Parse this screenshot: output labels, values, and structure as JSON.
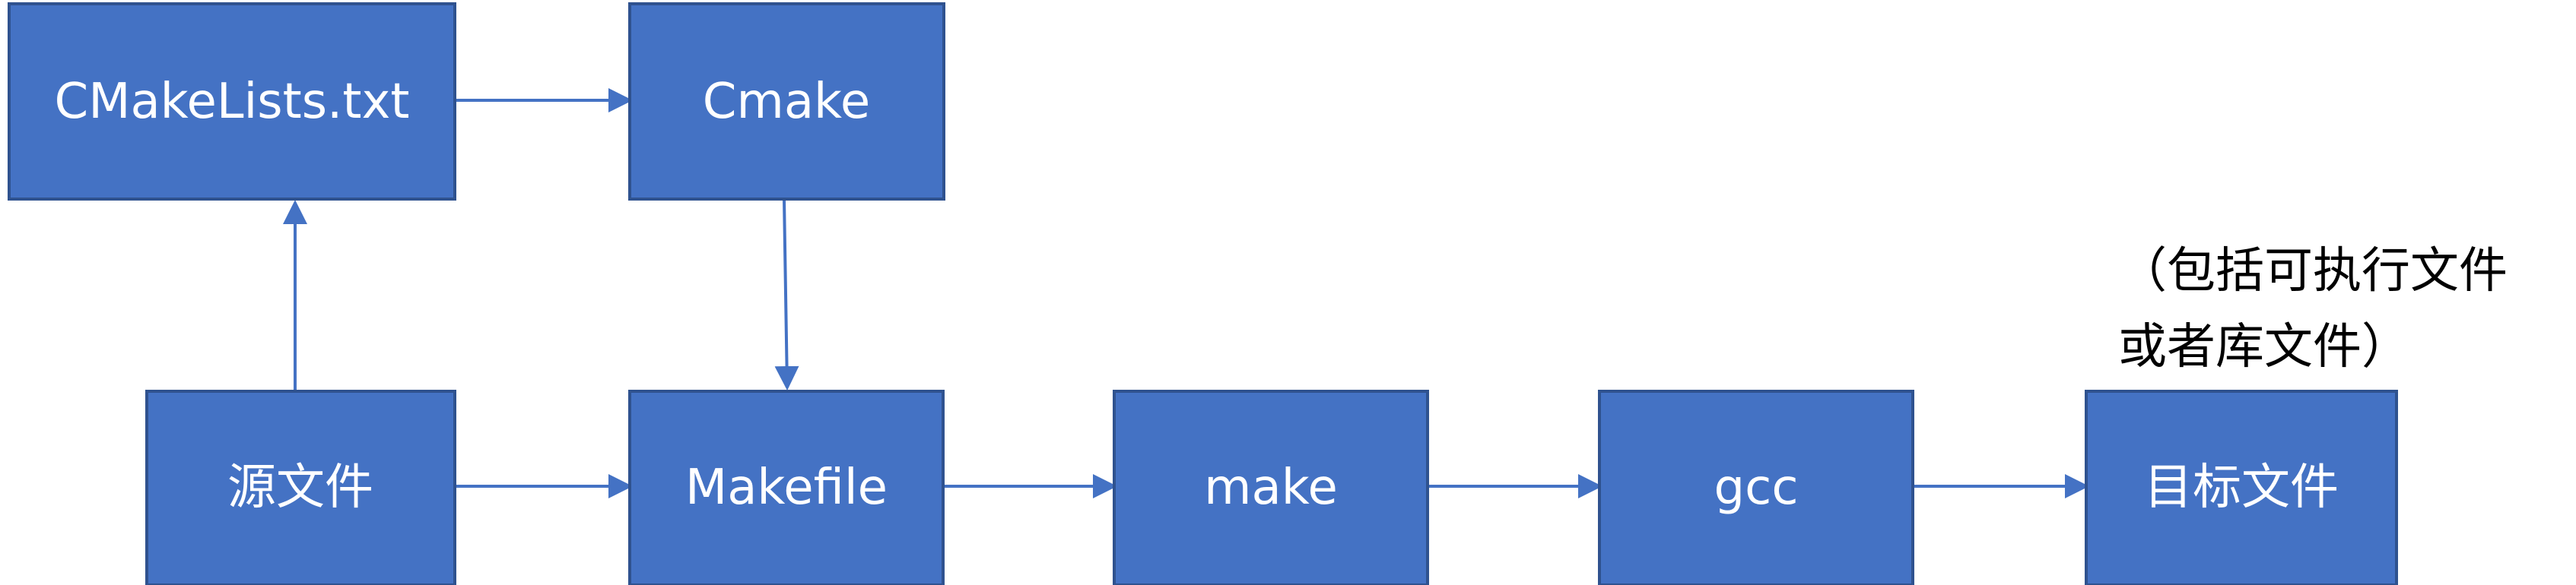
{
  "diagram": {
    "nodes": {
      "cmakelists": "CMakeLists.txt",
      "cmake": "Cmake",
      "source": "源文件",
      "makefile": "Makefile",
      "make": "make",
      "gcc": "gcc",
      "target": "目标文件"
    },
    "note": {
      "line1": "（包括可执行文件",
      "line2": "或者库文件）"
    }
  },
  "colors": {
    "node_fill": "#4472C4",
    "node_border": "#2F528F",
    "arrow": "#4472C4",
    "node_text": "#FFFFFF",
    "note_text": "#000000"
  }
}
